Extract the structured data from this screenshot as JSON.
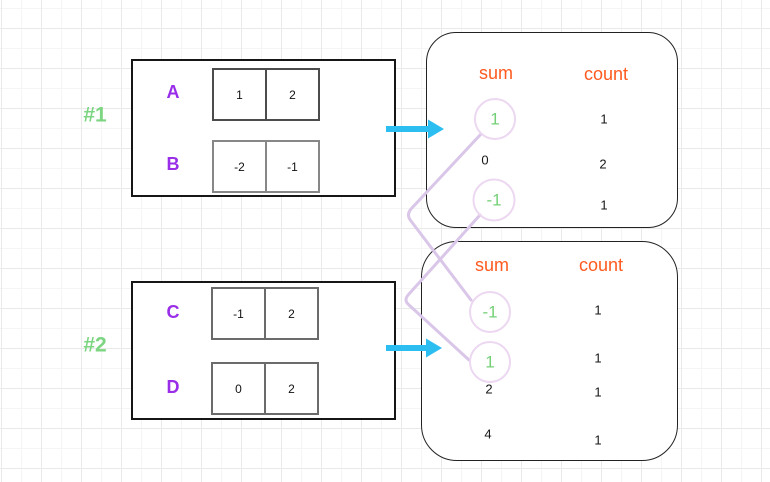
{
  "examples": [
    {
      "label": "#1",
      "arrays": [
        {
          "name": "A",
          "cells": [
            "1",
            "2"
          ]
        },
        {
          "name": "B",
          "cells": [
            "-2",
            "-1"
          ]
        }
      ],
      "table": {
        "sum_header": "sum",
        "count_header": "count",
        "rows": [
          {
            "sum": "1",
            "count": "1",
            "highlighted": true
          },
          {
            "sum": "0",
            "count": "2",
            "highlighted": false
          },
          {
            "sum": "-1",
            "count": "1",
            "highlighted": true
          }
        ]
      }
    },
    {
      "label": "#2",
      "arrays": [
        {
          "name": "C",
          "cells": [
            "-1",
            "2"
          ]
        },
        {
          "name": "D",
          "cells": [
            "0",
            "2"
          ]
        }
      ],
      "table": {
        "sum_header": "sum",
        "count_header": "count",
        "rows": [
          {
            "sum": "-1",
            "count": "1",
            "highlighted": true
          },
          {
            "sum": "1",
            "count": "1",
            "highlighted": true
          },
          {
            "sum": "2",
            "count": "1",
            "highlighted": false
          },
          {
            "sum": "4",
            "count": "1",
            "highlighted": false
          }
        ]
      }
    }
  ],
  "connections": [
    {
      "from_example": "#1",
      "from_sum": "1",
      "to_example": "#2",
      "to_sum": "-1"
    },
    {
      "from_example": "#1",
      "from_sum": "-1",
      "to_example": "#2",
      "to_sum": "1"
    }
  ],
  "icons": {
    "flow_arrow": "right-arrow"
  },
  "colors": {
    "example_label_green": "#7cd580",
    "array_name_purple": "#9a2ee8",
    "header_orange": "#ff5a1f",
    "highlight_green": "#74d077",
    "arrow_cyan": "#2cbef0",
    "connector_lavender": "#d9c6e8",
    "highlight_circle_stroke": "#ecd8f1"
  }
}
